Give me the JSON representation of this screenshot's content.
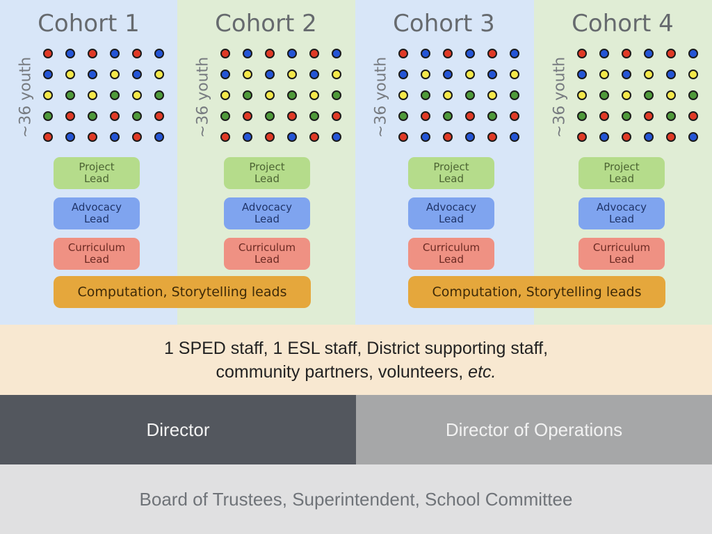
{
  "cohorts": [
    {
      "title": "Cohort 1",
      "youth_label": "~36 youth"
    },
    {
      "title": "Cohort 2",
      "youth_label": "~36 youth"
    },
    {
      "title": "Cohort 3",
      "youth_label": "~36 youth"
    },
    {
      "title": "Cohort 4",
      "youth_label": "~36 youth"
    }
  ],
  "roles": {
    "project": "Project\nLead",
    "advocacy": "Advocacy\nLead",
    "curriculum": "Curriculum\nLead"
  },
  "computation_label": "Computation, Storytelling leads",
  "support": {
    "line1": "1 SPED staff, 1 ESL staff, District supporting staff,",
    "line2": "community partners, volunteers, ",
    "line2_italic": "etc."
  },
  "director": "Director",
  "director_ops": "Director of Operations",
  "board": "Board of Trustees, Superintendent, School Committee",
  "colors": {
    "dot_red": "#e03a26",
    "dot_blue": "#2455d6",
    "dot_yellow": "#f4e84a",
    "dot_green": "#4f9a3a",
    "director_bg": "#53575e",
    "director_ops_bg": "#a6a7a8"
  },
  "dot_grid": [
    [
      "red",
      "blue",
      "red",
      "blue",
      "red",
      "blue"
    ],
    [
      "blue",
      "yellow",
      "blue",
      "yellow",
      "blue",
      "yellow"
    ],
    [
      "yellow",
      "green",
      "yellow",
      "green",
      "yellow",
      "green"
    ],
    [
      "green",
      "red",
      "green",
      "red",
      "green",
      "red"
    ],
    [
      "red",
      "blue",
      "red",
      "blue",
      "red",
      "blue"
    ]
  ]
}
